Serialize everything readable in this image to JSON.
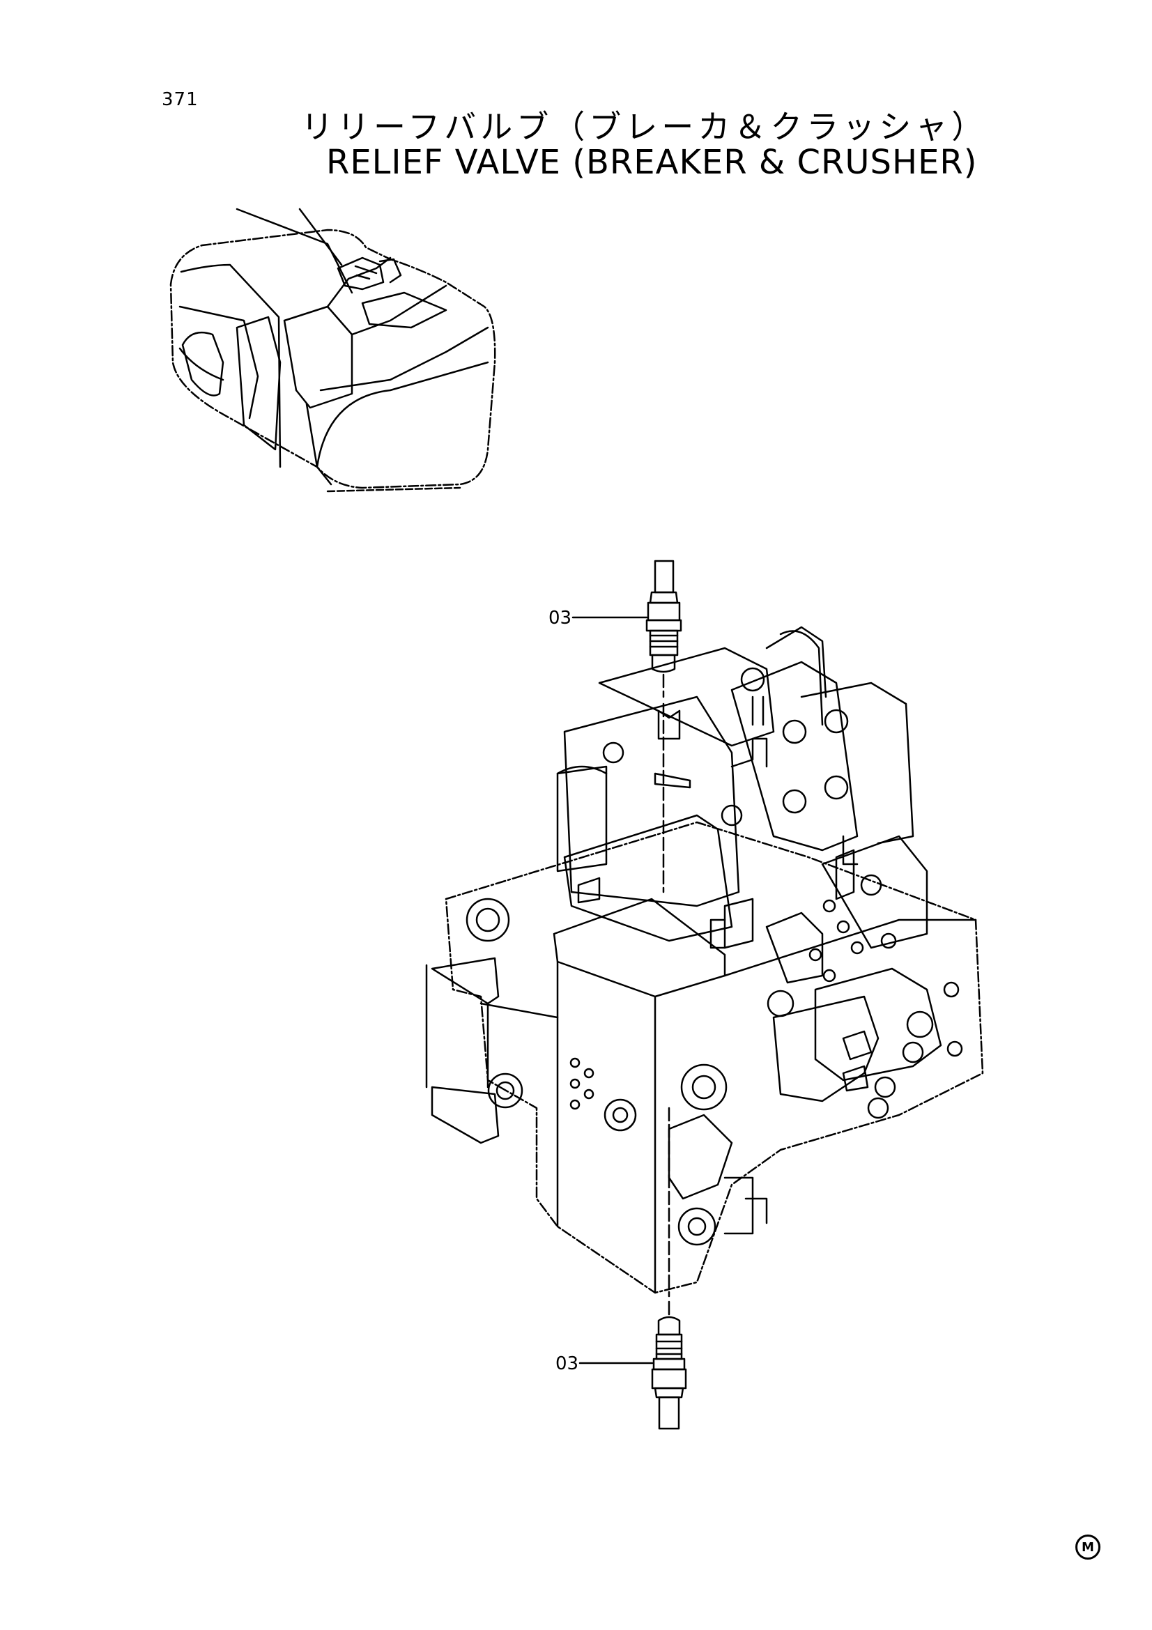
{
  "page": {
    "number": "371"
  },
  "title": {
    "japanese": "リリーフバルブ（ブレーカ＆クラッシャ）",
    "english": "RELIEF VALVE (BREAKER & CRUSHER)"
  },
  "callouts": [
    {
      "label": "03"
    },
    {
      "label": "03"
    }
  ],
  "mark": {
    "text": "M"
  },
  "colors": {
    "ink": "#000000",
    "paper": "#ffffff"
  }
}
